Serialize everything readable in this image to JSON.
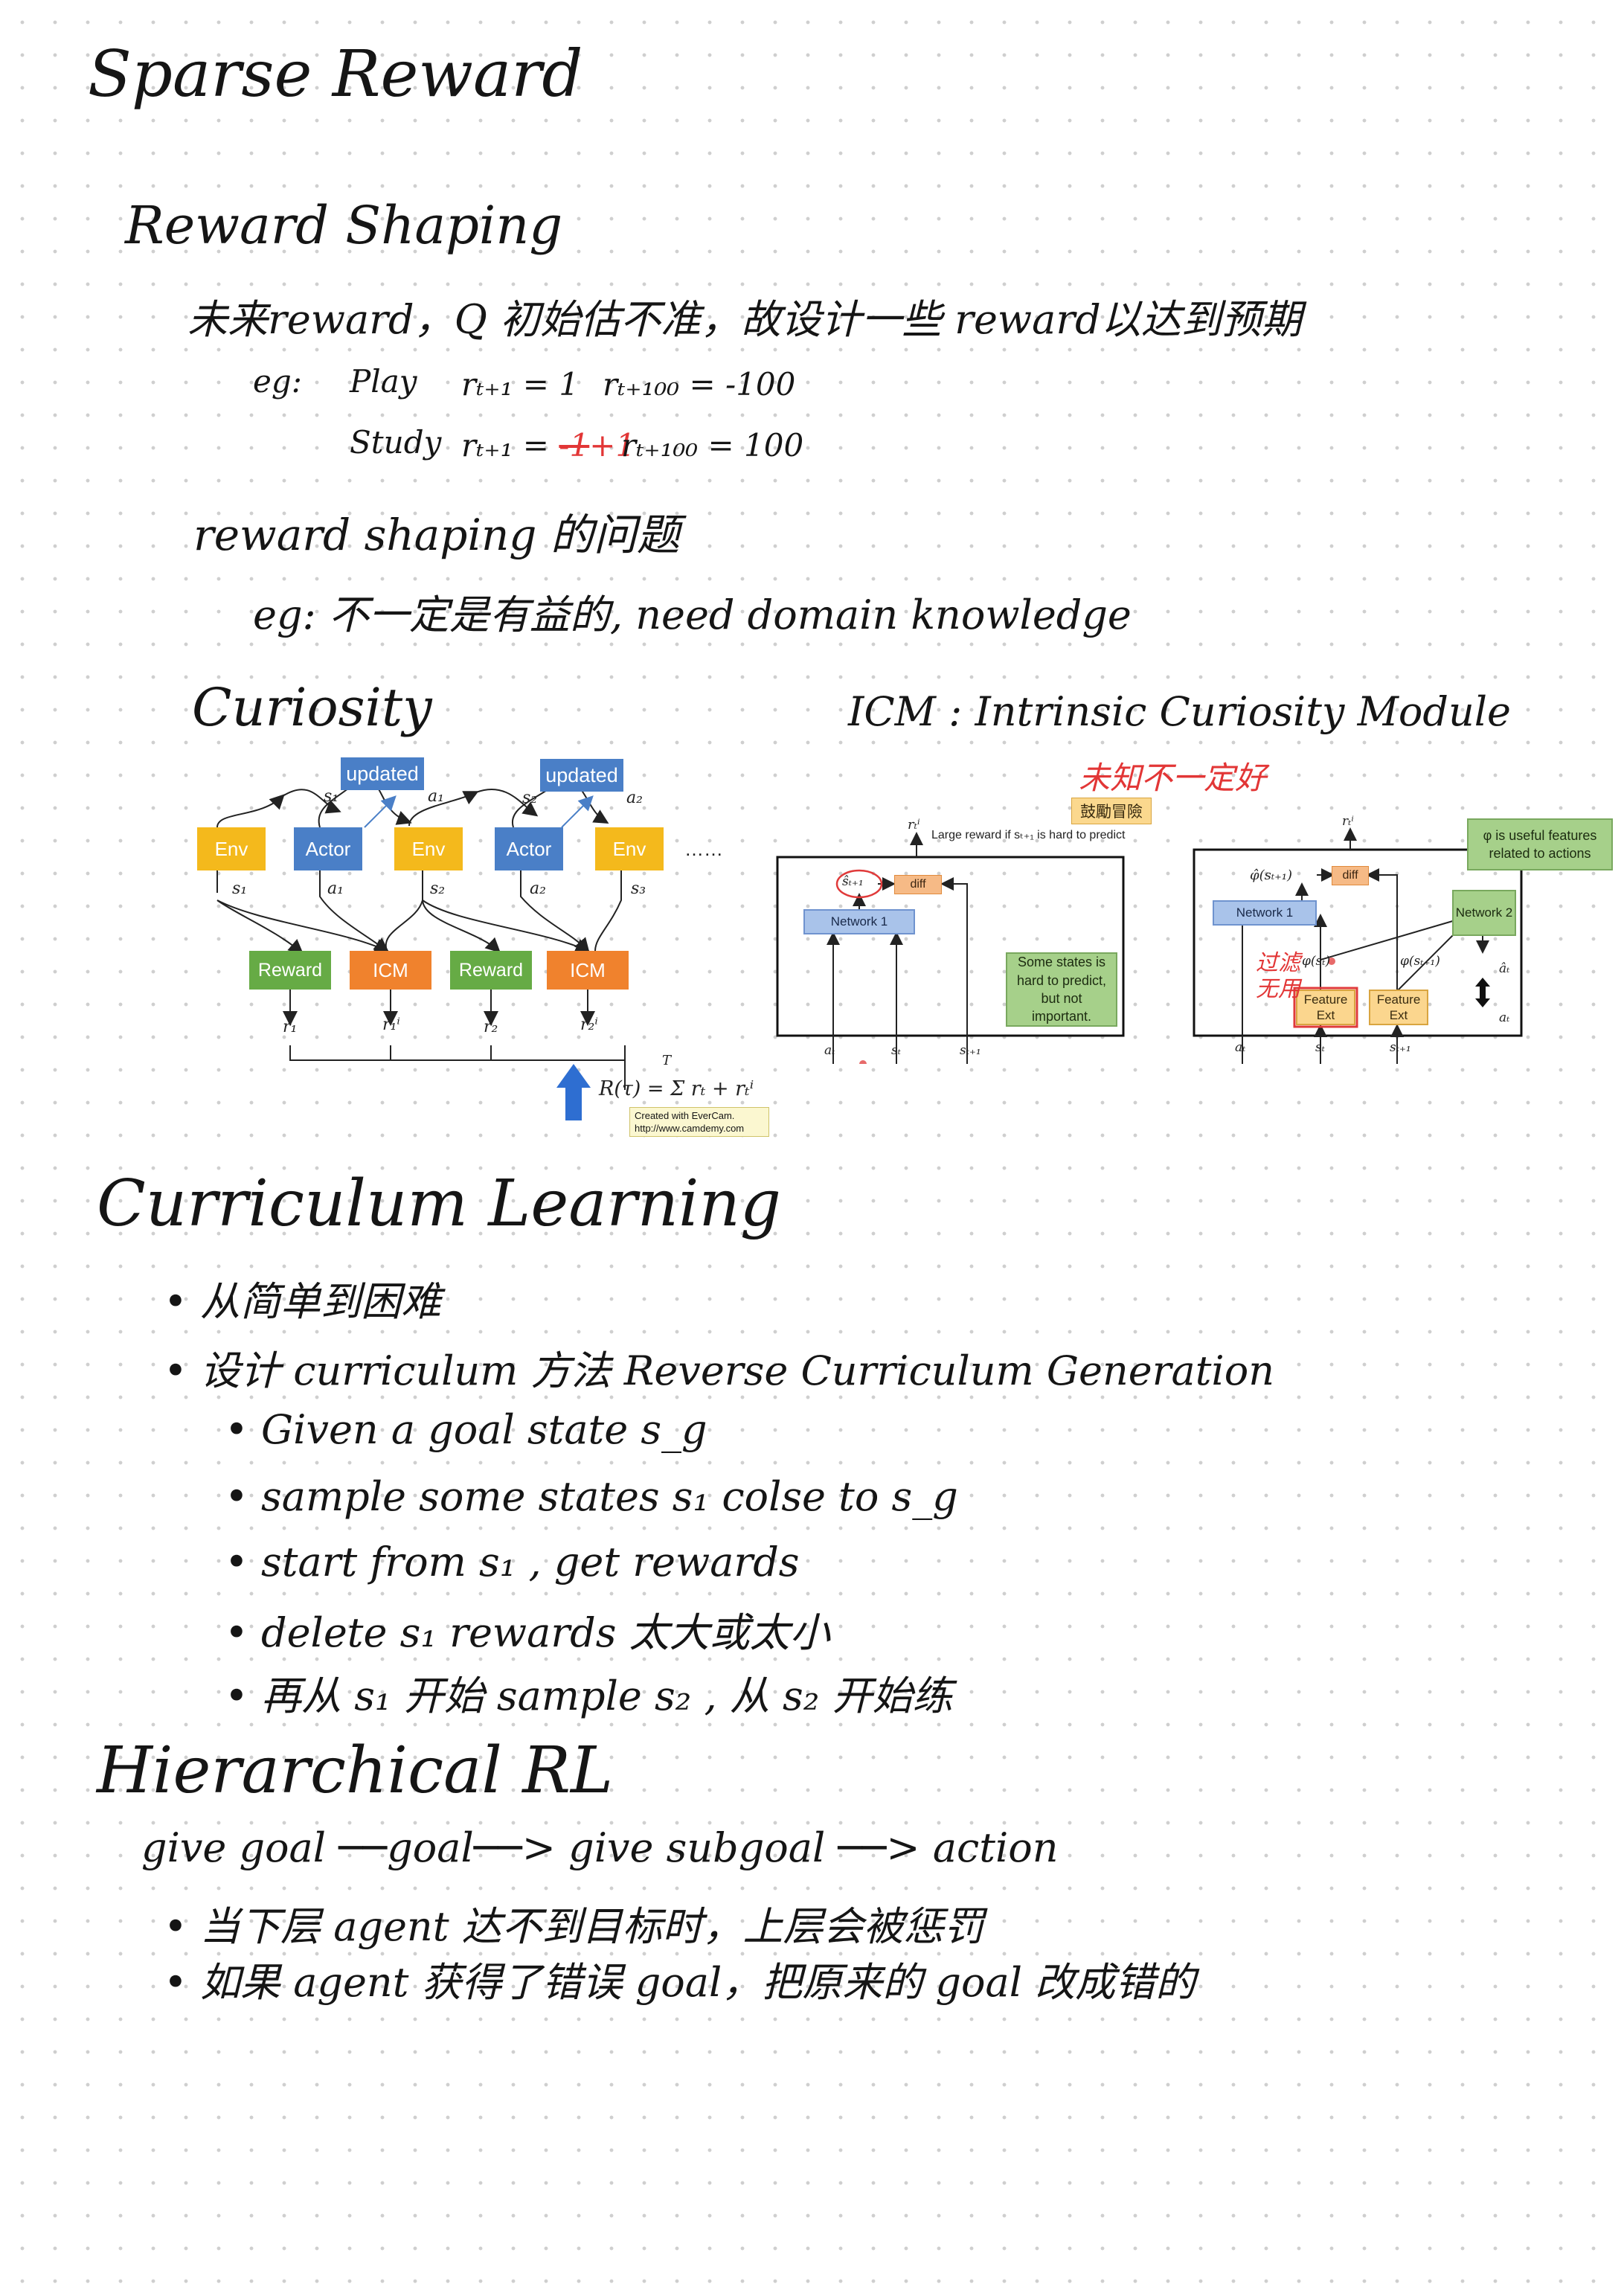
{
  "sparse": {
    "title": "Sparse Reward",
    "shaping_title": "Reward Shaping",
    "shaping_desc": "未来reward，Q 初始估不准，故设计一些 reward以达到预期",
    "eg_label": "eg:",
    "play": {
      "name": "Play",
      "r1": "rₜ₊₁ = 1",
      "r100": "rₜ₊₁₀₀ = -100"
    },
    "study": {
      "name": "Study",
      "r1_prefix": "rₜ₊₁ = ",
      "r1_struck": "-1",
      "r1_fix": "+1",
      "r100": "rₜ₊₁₀₀ = 100"
    },
    "problem_title": "reward shaping 的问题",
    "problem_eg": "eg: 不一定是有益的, need domain knowledge",
    "curiosity_title": "Curiosity",
    "icm_title": "ICM : Intrinsic Curiosity Module",
    "red_note": "未知不一定好",
    "filter_note": "过滤无用"
  },
  "figure1": {
    "updated": "updated",
    "env": "Env",
    "actor": "Actor",
    "reward": "Reward",
    "icm": "ICM",
    "dots": "……",
    "s1": "s₁",
    "s2": "s₂",
    "s3": "s₃",
    "a1": "a₁",
    "a2": "a₂",
    "r1": "r₁",
    "ri1": "r₁ⁱ",
    "r2": "r₂",
    "ri2": "r₂ⁱ",
    "formula": "R(τ) = Σ rₜ + rₜⁱ",
    "formula_T": "T",
    "watermark1": "Created with EverCam.",
    "watermark2": "http://www.camdemy.com"
  },
  "figure2": {
    "tag": "鼓勵冒險",
    "rti": "rₜⁱ",
    "large_reward": "Large reward if sₜ₊₁ is hard to predict",
    "shat": "ŝₜ₊₁",
    "diff": "diff",
    "network1": "Network 1",
    "note": "Some states is hard to predict, but not important.",
    "at": "aₜ",
    "st": "sₜ",
    "st1": "sₜ₊₁"
  },
  "figure3": {
    "rti": "rₜⁱ",
    "phi_hat": "φ̂(sₜ₊₁)",
    "diff": "diff",
    "phi_note": "φ is useful features related to actions",
    "network1": "Network 1",
    "network2": "Network 2",
    "phi_st": "φ(sₜ)",
    "phi_st1": "φ(sₜ₊₁)",
    "ahat": "âₜ",
    "at_out": "aₜ",
    "feature_ext": "Feature Ext",
    "at": "aₜ",
    "st": "sₜ",
    "st1": "sₜ₊₁"
  },
  "curriculum": {
    "title": "Curriculum Learning",
    "items": [
      "从简单到困难",
      "设计 curriculum 方法   Reverse Curriculum Generation"
    ],
    "sub": [
      "Given a goal state s_g",
      "sample some states s₁ colse to s_g",
      "start from s₁ , get rewards",
      "delete s₁ rewards 太大或太小",
      "再从 s₁ 开始 sample s₂ , 从 s₂ 开始练"
    ]
  },
  "hrl": {
    "title": "Hierarchical RL",
    "chain": "give goal ──goal──> give subgoal ──> action",
    "items": [
      "当下层 agent 达不到目标时，上层会被惩罚",
      "如果 agent 获得了错误 goal，把原来的 goal 改成错的"
    ]
  }
}
